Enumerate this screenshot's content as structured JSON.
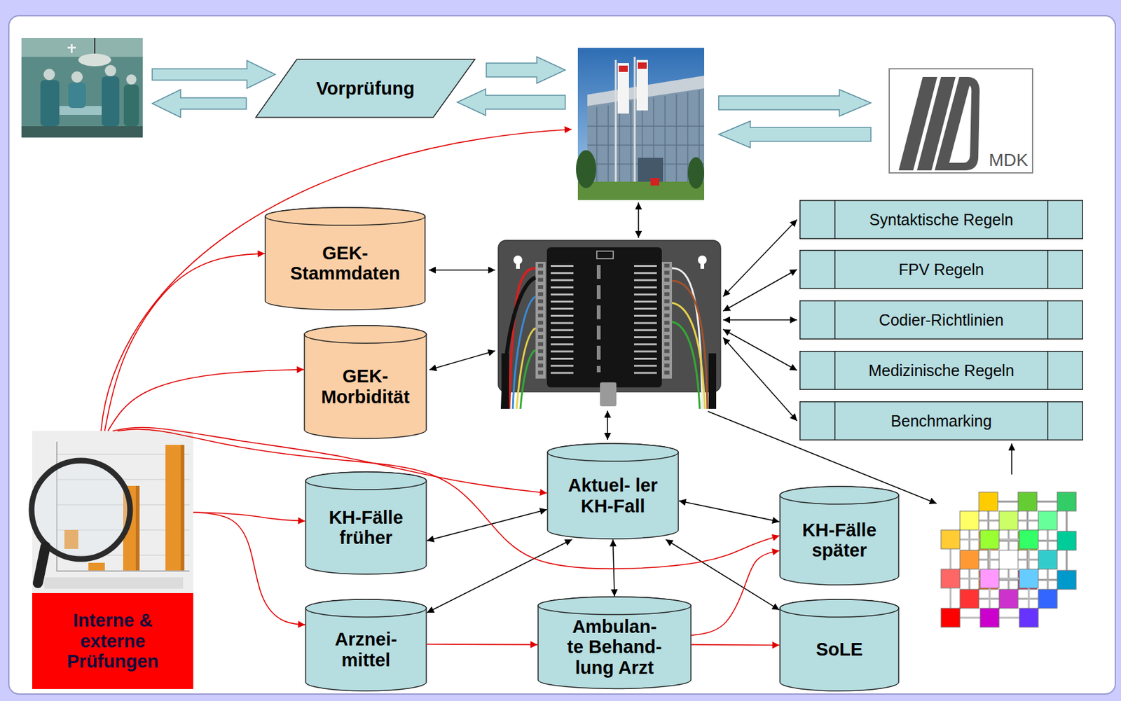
{
  "diagram": {
    "nodes": [
      {
        "text": [
          "Vorprüfung"
        ]
      },
      {
        "text": [
          "MDK"
        ]
      },
      {
        "text": [
          "GEK- Stammdaten"
        ]
      },
      {
        "text": [
          "Syntaktische Regeln"
        ]
      },
      {
        "text": [
          "FPV Regeln"
        ]
      },
      {
        "text": [
          "Codier-Richtlinien"
        ]
      },
      {
        "text": [
          "GEK- Morbidität"
        ]
      },
      {
        "text": [
          "Medizinische Regeln"
        ]
      },
      {
        "text": [
          "Benchmarking"
        ]
      },
      {
        "text": [
          "Interne & externe Prüfungen"
        ]
      },
      {
        "text": [
          "Aktuel- ler KH-Fall"
        ]
      },
      {
        "text": [
          "KH-Fälle früher"
        ]
      },
      {
        "text": [
          "KH-Fälle später"
        ]
      },
      {
        "text": [
          "Arznei- mittel"
        ]
      },
      {
        "text": [
          "Ambulan- te Behand- lung Arzt"
        ]
      },
      {
        "text": [
          "SoLE"
        ]
      }
    ],
    "edges": [
      {
        "from": 10,
        "to": 11,
        "arrow": "both"
      },
      {
        "from": 10,
        "to": 12,
        "arrow": "both"
      },
      {
        "from": 10,
        "to": 13,
        "arrow": "both"
      },
      {
        "from": 10,
        "to": 14,
        "arrow": "both"
      },
      {
        "from": 10,
        "to": 15,
        "arrow": "both"
      },
      {
        "from": 9,
        "to": 2,
        "arrow": "to"
      },
      {
        "from": 9,
        "to": 6,
        "arrow": "to"
      },
      {
        "from": 9,
        "to": 10,
        "arrow": "to"
      },
      {
        "from": 9,
        "to": 12,
        "arrow": "to"
      },
      {
        "from": 9,
        "to": 11,
        "arrow": "to"
      },
      {
        "from": 9,
        "to": 13,
        "arrow": "to"
      },
      {
        "from": 13,
        "to": 14,
        "arrow": "to"
      },
      {
        "from": 14,
        "to": 15,
        "arrow": "to"
      },
      {
        "from": 14,
        "to": 12,
        "arrow": "to"
      }
    ]
  }
}
